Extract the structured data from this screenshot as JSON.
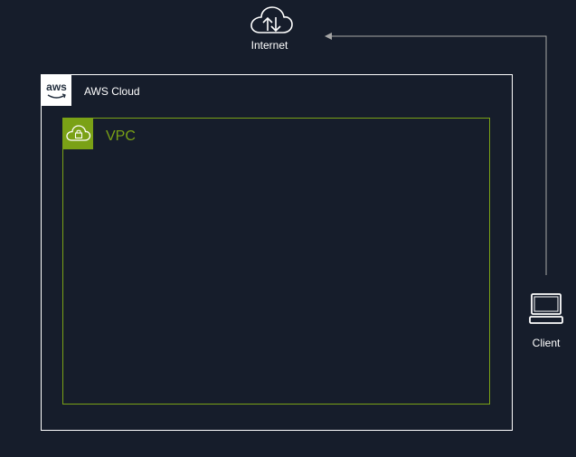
{
  "diagram": {
    "internet": {
      "label": "Internet",
      "icon": "internet-cloud-icon"
    },
    "client": {
      "label": "Client",
      "icon": "laptop-icon"
    },
    "aws_cloud": {
      "label": "AWS Cloud",
      "logo_text": "aws",
      "icon": "aws-logo-icon"
    },
    "vpc": {
      "label": "VPC",
      "icon": "vpc-cloud-lock-icon"
    },
    "edges": [
      {
        "from": "client",
        "to": "internet",
        "style": "arrow"
      }
    ]
  },
  "colors": {
    "background": "#161d2b",
    "aws_border": "#ffffff",
    "vpc_accent": "#7aa116",
    "connector": "#a6a6a6",
    "text": "#ffffff"
  }
}
